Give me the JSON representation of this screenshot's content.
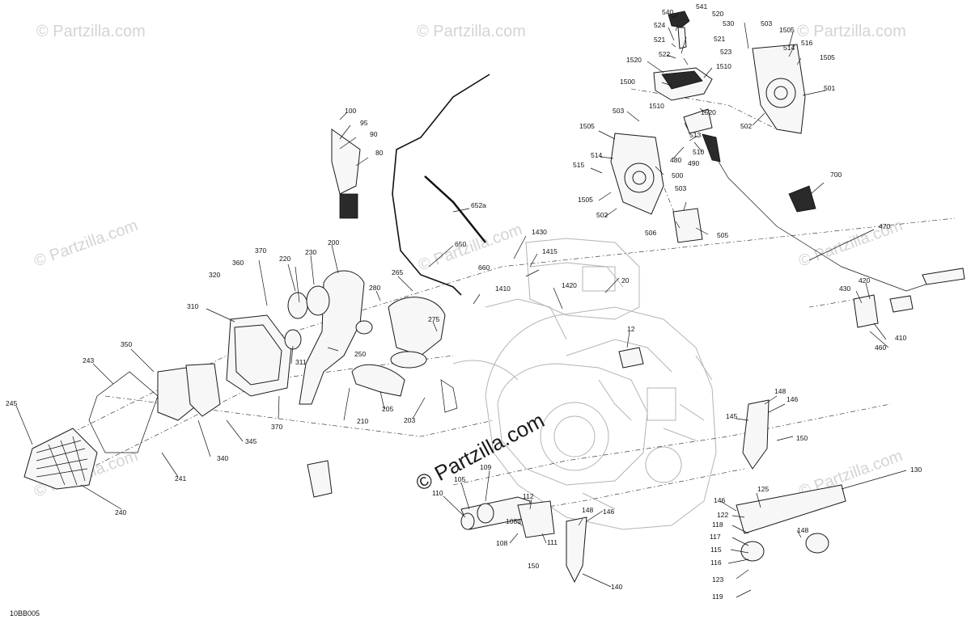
{
  "diagram_code": "10BB005",
  "watermark": {
    "text": "© Partzilla.com",
    "center_text": "© Partzilla.com"
  },
  "callouts": [
    "540",
    "541",
    "520",
    "530",
    "524",
    "521",
    "521",
    "523",
    "522",
    "1520",
    "1510",
    "1500",
    "503",
    "1505",
    "516",
    "514",
    "1505",
    "501",
    "503",
    "1510",
    "1520",
    "502",
    "1505",
    "514",
    "515",
    "513",
    "480",
    "490",
    "510",
    "500",
    "1505",
    "502",
    "503",
    "506",
    "505",
    "700",
    "470",
    "100",
    "95",
    "90",
    "80",
    "652a",
    "650",
    "1430",
    "1415",
    "660",
    "1410",
    "1420",
    "20",
    "265",
    "280",
    "275",
    "370",
    "360",
    "320",
    "200",
    "230",
    "220",
    "310",
    "250",
    "311",
    "210",
    "205",
    "203",
    "350",
    "243",
    "245",
    "241",
    "240",
    "340",
    "345",
    "370",
    "12",
    "420",
    "430",
    "410",
    "460",
    "148",
    "146",
    "145",
    "150",
    "130",
    "109",
    "105",
    "110",
    "112",
    "108d",
    "108",
    "111",
    "148",
    "146",
    "150",
    "140",
    "125",
    "146",
    "122",
    "118",
    "117",
    "115",
    "116",
    "123",
    "119",
    "148"
  ]
}
